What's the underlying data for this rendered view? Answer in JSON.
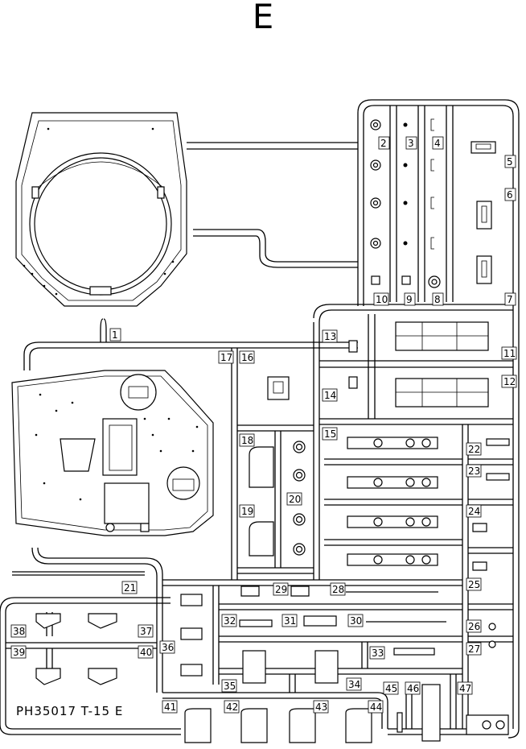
{
  "sheet": {
    "letter": "E",
    "code": "PH35017  T-15  E"
  },
  "part_numbers": [
    "1",
    "2",
    "3",
    "4",
    "5",
    "6",
    "7",
    "8",
    "9",
    "10",
    "11",
    "12",
    "13",
    "14",
    "15",
    "16",
    "17",
    "18",
    "19",
    "20",
    "21",
    "22",
    "23",
    "24",
    "25",
    "26",
    "27",
    "28",
    "29",
    "30",
    "31",
    "32",
    "33",
    "34",
    "35",
    "36",
    "37",
    "38",
    "39",
    "40",
    "41",
    "42",
    "43",
    "44",
    "45",
    "46",
    "47"
  ]
}
